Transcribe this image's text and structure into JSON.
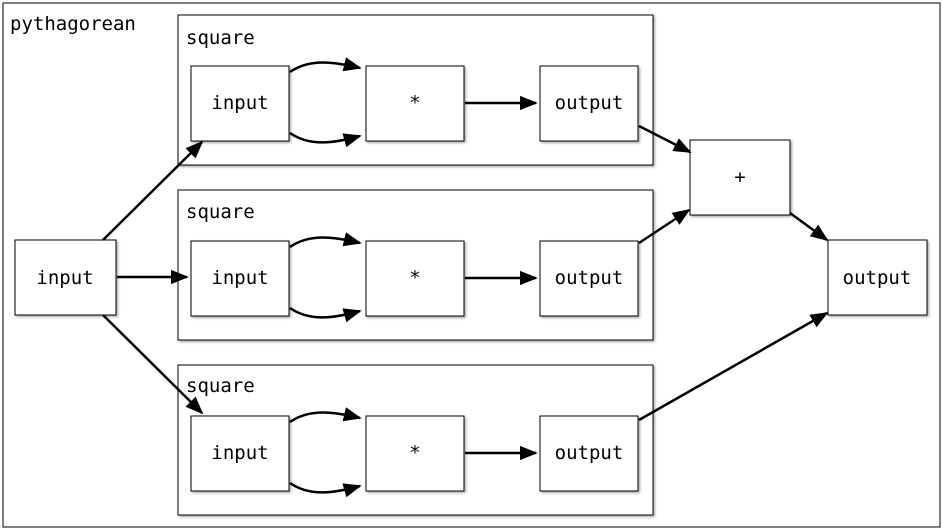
{
  "diagram": {
    "title": "pythagorean",
    "input_label": "input",
    "sum_label": "+",
    "output_label": "output",
    "groups": [
      {
        "title": "square",
        "input": "input",
        "op": "*",
        "output": "output"
      },
      {
        "title": "square",
        "input": "input",
        "op": "*",
        "output": "output"
      },
      {
        "title": "square",
        "input": "input",
        "op": "*",
        "output": "output"
      }
    ]
  }
}
